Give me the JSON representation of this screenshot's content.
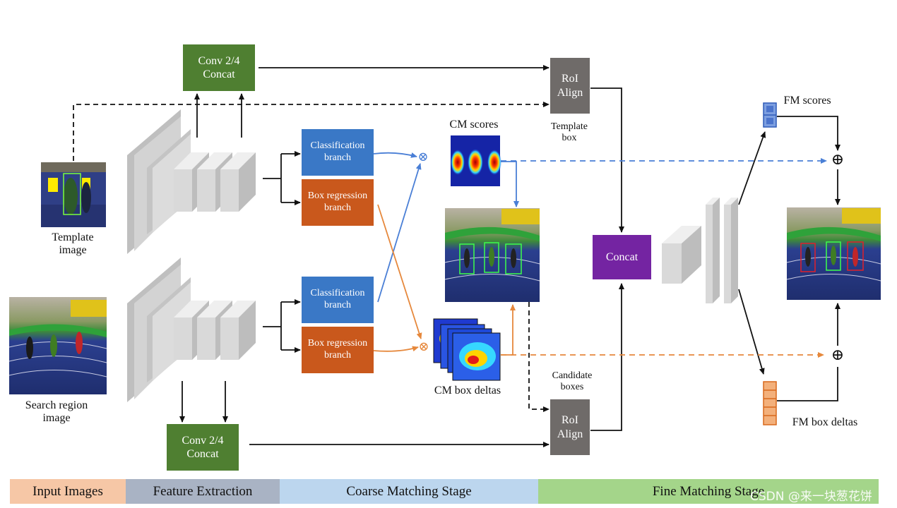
{
  "colors": {
    "green": "#4f7f31",
    "gray": "#6f6b69",
    "blue": "#3a78c6",
    "orange": "#c9581c",
    "purple": "#7424a2",
    "blue_arrow": "#4a7fd6",
    "orange_arrow": "#e6883c",
    "stage_input": "#f6c7a6",
    "stage_feature": "#a9b3c4",
    "stage_coarse": "#bcd6ee",
    "stage_fine": "#a4d58a"
  },
  "boxes": {
    "conv_top": "Conv 2/4\nConcat",
    "conv_bottom": "Conv 2/4\nConcat",
    "roi_top": "RoI\nAlign",
    "roi_bottom": "RoI\nAlign",
    "cls_top": "Classification\nbranch",
    "reg_top": "Box regression\nbranch",
    "cls_bottom": "Classification\nbranch",
    "reg_bottom": "Box regression\nbranch",
    "concat": "Concat"
  },
  "labels": {
    "template_image": "Template\nimage",
    "search_image": "Search region\nimage",
    "template_box": "Template\nbox",
    "candidate_boxes": "Candidate\nboxes",
    "cm_scores": "CM scores",
    "cm_box_deltas": "CM box deltas",
    "fm_scores": "FM scores",
    "fm_box_deltas": "FM box deltas",
    "multiply_symbol": "⊗",
    "add_symbol": "⊕"
  },
  "stages": [
    {
      "label": "Input Images",
      "color": "#f6c7a6"
    },
    {
      "label": "Feature Extraction",
      "color": "#a9b3c4"
    },
    {
      "label": "Coarse Matching Stage",
      "color": "#bcd6ee"
    },
    {
      "label": "Fine Matching Stage",
      "color": "#a4d58a"
    }
  ],
  "watermark": "CSDN @来一块葱花饼"
}
